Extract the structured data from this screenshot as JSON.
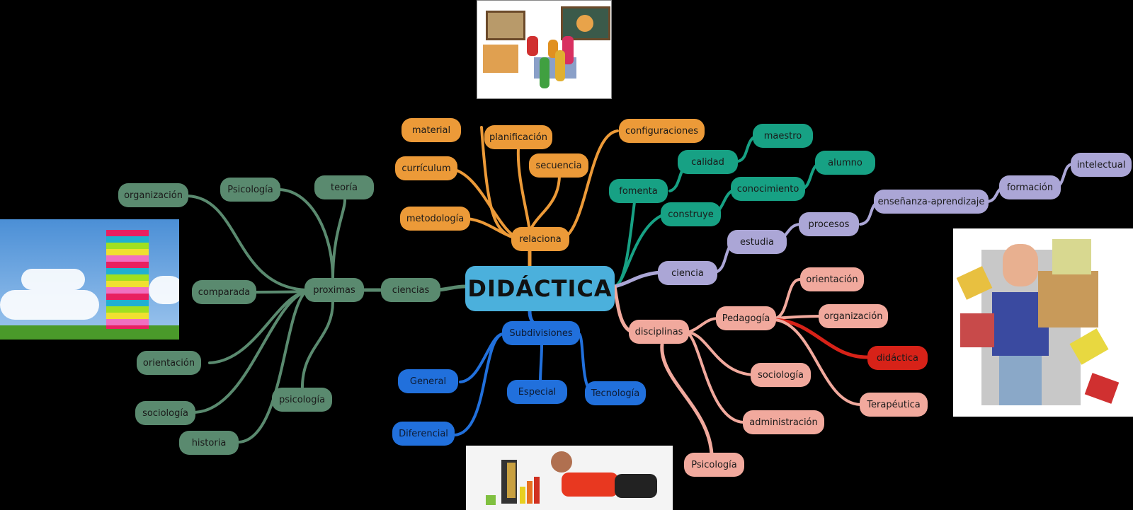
{
  "mindmap": {
    "root": {
      "label": "DIDÁCTICA",
      "color": "#4bb0dc"
    },
    "colors": {
      "orange": "#ec9a38",
      "teal": "#17a184",
      "lavender": "#aba6d6",
      "pink": "#f1a99d",
      "red": "#d72218",
      "blue": "#2170dc",
      "green": "#5a8a6f",
      "background": "#000000"
    },
    "orange_branch": {
      "relaciona": "relaciona",
      "material": "material",
      "curriculum": "currículum",
      "metodologia": "metodología",
      "planificacion": "planificación",
      "secuencia": "secuencia",
      "configuraciones": "configuraciones"
    },
    "teal_branch": {
      "fomenta": "fomenta",
      "calidad": "calidad",
      "maestro": "maestro",
      "construye": "construye",
      "conocimiento": "conocimiento",
      "alumno": "alumno"
    },
    "lavender_branch": {
      "ciencia": "ciencia",
      "estudia": "estudia",
      "procesos": "procesos",
      "ensenanza": "enseñanza-aprendizaje",
      "formacion": "formación",
      "intelectual": "intelectual"
    },
    "pink_branch": {
      "disciplinas": "disciplinas",
      "pedagogia": "Pedagogía",
      "orientacion": "orientación",
      "organizacion": "organización",
      "didactica": "didáctica",
      "terapeutica": "Terapéutica",
      "sociologia": "sociología",
      "administracion": "administración",
      "psicologia": "Psicología"
    },
    "blue_branch": {
      "subdivisiones": "Subdivisiones",
      "general": "General",
      "diferencial": "Diferencial",
      "especial": "Especial",
      "tecnologia": "Tecnología"
    },
    "green_branch": {
      "ciencias": "ciencias",
      "proximas": "proximas",
      "teoria": "teoría",
      "psicologia_top": "Psicología",
      "organizacion": "organización",
      "comparada": "comparada",
      "orientacion": "orientación",
      "sociologia": "sociología",
      "historia": "historia",
      "psicologia_bottom": "psicología"
    },
    "images": {
      "top": "classroom-illustration",
      "bottom": "child-learning-laptop",
      "left": "stack-of-books",
      "right": "man-holding-boxes"
    }
  }
}
